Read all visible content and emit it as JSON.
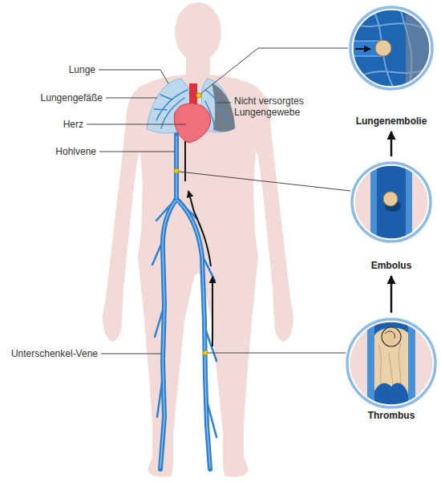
{
  "diagram": {
    "nodes": [
      {
        "text": [
          "Lungenembolie"
        ]
      },
      {
        "text": [
          "Embolus"
        ]
      },
      {
        "text": [
          "Thrombus"
        ]
      }
    ],
    "edges": [
      {
        "from": 2,
        "to": 1,
        "arrow": "to"
      },
      {
        "from": 1,
        "to": 0,
        "arrow": "to"
      }
    ],
    "labels": [
      "Lunge",
      "Lungengefäße",
      "Herz",
      "Hohlvene",
      "Unterschenkel-Vene",
      "Nicht versorgtes Lungengewebe"
    ]
  }
}
